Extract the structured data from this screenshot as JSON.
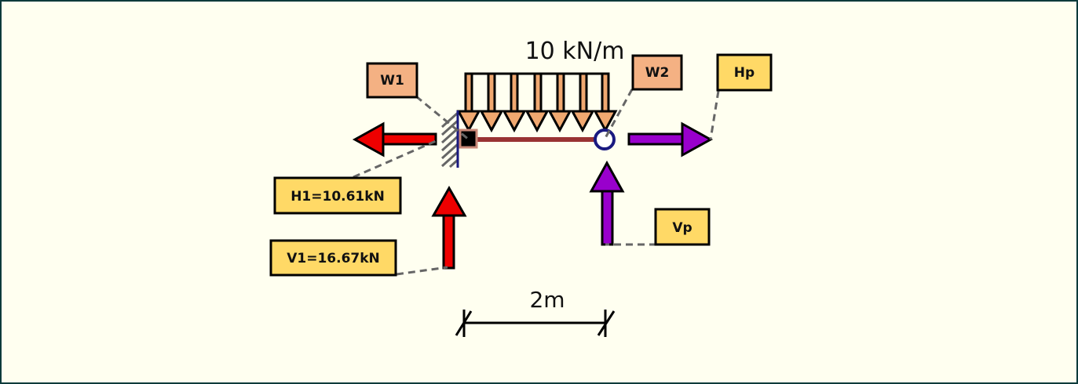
{
  "diagram": {
    "load_label": "10 kN/m",
    "span_label": "2m",
    "labels": {
      "w1": "W1",
      "w2": "W2",
      "hp": "Hp",
      "vp": "Vp",
      "h1": "H1=10.61kN",
      "v1": "V1=16.67kN"
    },
    "colors": {
      "background": "#fffff0",
      "border": "#0d3b3b",
      "reaction_left": "#ee0000",
      "reaction_right": "#9900cc",
      "distributed_load": "#f0a870",
      "weight_box": "#f4b183",
      "result_box": "#ffd966",
      "beam": "#993333",
      "wall": "#1a1a80"
    }
  }
}
